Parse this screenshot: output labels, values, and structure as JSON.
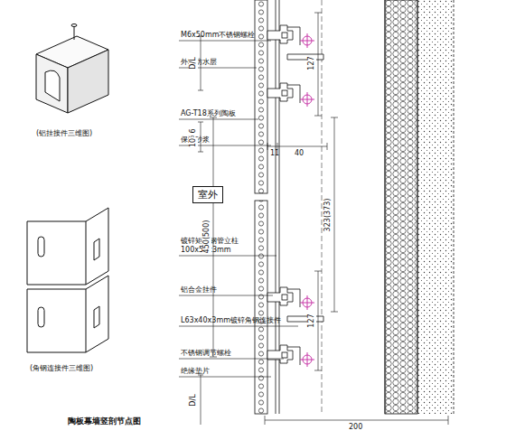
{
  "diagram": {
    "caption": "陶板幕墙竖剖节点图",
    "nodes": [
      {
        "text": [
          "室外"
        ]
      }
    ],
    "labels": [
      "(铝挂接件三维图)",
      "(角钢连接件三维图)",
      "M6x50mm不锈钢螺栓",
      "外墙防水层",
      "AG-T18系列陶板",
      "保温砂浆",
      "镀锌矩形钢管立柱 100x50x3mm",
      "铝合金挂件",
      "L63x40x3mm镀锌角钢连接件",
      "不锈钢调节螺栓",
      "绝缘垫片",
      "127",
      "127",
      "450(500)",
      "323(373)",
      "11",
      "40",
      "200",
      "D/L",
      "6",
      "10",
      "D/L"
    ]
  }
}
